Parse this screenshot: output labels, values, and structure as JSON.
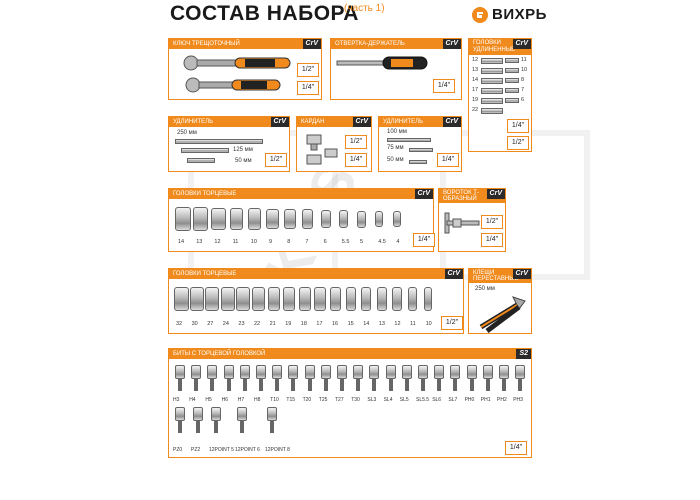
{
  "header": {
    "title": "СОСТАВ НАБОРА",
    "subtitle": "(часть 1)",
    "brand": "ВИХРЬ"
  },
  "material_tag": "CrV",
  "bits_material_tag": "S2",
  "colors": {
    "accent": "#f08a1c",
    "dark": "#2a2a2a"
  },
  "ratchet": {
    "label": "Ключ трещоточный",
    "size_a": "1/2\"",
    "size_b": "1/4\""
  },
  "screwdriver": {
    "label": "Отвертка-держатель",
    "size": "1/4\""
  },
  "sockets_long": {
    "label": "Головки удлиненные",
    "sizes_left": [
      "12",
      "13",
      "14",
      "17",
      "19",
      "22"
    ],
    "sizes_right": [
      "11",
      "10",
      "8",
      "7",
      "6"
    ],
    "size_a": "1/4\"",
    "size_b": "1/2\""
  },
  "extension_half": {
    "label": "Удлинитель",
    "lengths": [
      "250 мм",
      "125 мм",
      "50 мм"
    ],
    "size": "1/2\""
  },
  "cardan": {
    "label": "Кардан",
    "size_a": "1/2\"",
    "size_b": "1/4\""
  },
  "extension_quarter": {
    "label": "Удлинитель",
    "lengths": [
      "100 мм",
      "75 мм",
      "50 мм"
    ],
    "size": "1/4\""
  },
  "sockets_quarter": {
    "label": "Головки торцевые",
    "sizes": [
      "14",
      "13",
      "12",
      "11",
      "10",
      "9",
      "8",
      "7",
      "6",
      "5.5",
      "5",
      "4.5",
      "4"
    ],
    "size": "1/4\""
  },
  "tbar": {
    "label": "Вороток Т-образный",
    "size_a": "1/2\"",
    "size_b": "1/4\""
  },
  "sockets_half": {
    "label": "Головки торцевые",
    "sizes": [
      "32",
      "30",
      "27",
      "24",
      "23",
      "22",
      "21",
      "19",
      "18",
      "17",
      "16",
      "15",
      "14",
      "13",
      "12",
      "11",
      "10"
    ],
    "size": "1/2\""
  },
  "pliers": {
    "label": "Клещи переставные",
    "length": "250 мм"
  },
  "bits": {
    "label": "Биты с торцевой головкой",
    "row1": [
      "H3",
      "H4",
      "H5",
      "H6",
      "H7",
      "H8",
      "T10",
      "T15",
      "T20",
      "T25",
      "T27",
      "T30",
      "SL3",
      "SL4",
      "SL5",
      "SL5.5",
      "SL6",
      "SL7",
      "PH0",
      "PH1",
      "PH2",
      "PH3"
    ],
    "row2": [
      "PZ0",
      "PZ2",
      "12POINT 5",
      "12POINT 6",
      "12POINT 8"
    ],
    "size": "1/4\""
  },
  "watermark": "KNS"
}
